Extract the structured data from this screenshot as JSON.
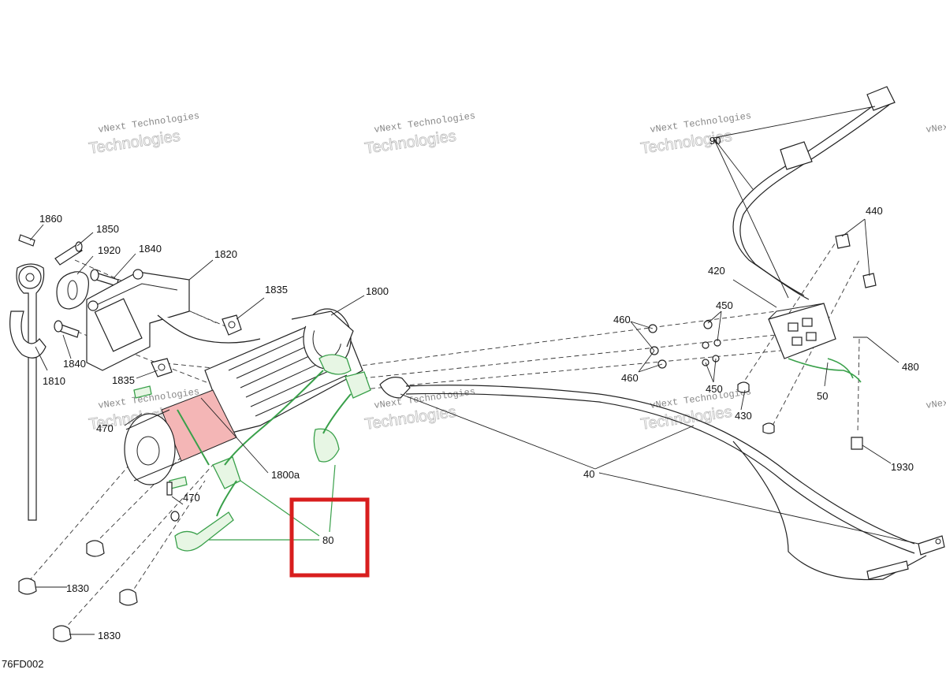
{
  "diagram_code": "76FD002",
  "watermark": {
    "line1": "vNext Technologies",
    "line2": "Technologies"
  },
  "callouts": {
    "c1860": "1860",
    "c1850": "1850",
    "c1920": "1920",
    "c1840a": "1840",
    "c1820": "1820",
    "c1835a": "1835",
    "c1800": "1800",
    "c1810": "1810",
    "c1840b": "1840",
    "c1835b": "1835",
    "c470a": "470",
    "c470b": "470",
    "c1800a": "1800a",
    "c80": "80",
    "c1830a": "1830",
    "c1830b": "1830",
    "c90": "90",
    "c440": "440",
    "c420": "420",
    "c450a": "450",
    "c450b": "450",
    "c460a": "460",
    "c460b": "460",
    "c480": "480",
    "c50": "50",
    "c430": "430",
    "c1930": "1930",
    "c40": "40"
  },
  "highlight": {
    "color": "#d81e1e",
    "target": "80"
  },
  "colors": {
    "harness": "#39a04a",
    "motor_highlight": "#f4b6b6"
  }
}
